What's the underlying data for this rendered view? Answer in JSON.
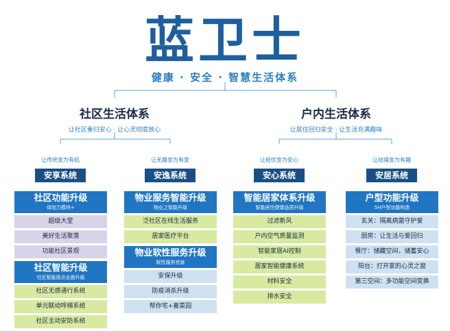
{
  "brand": {
    "name": "蓝卫士",
    "slogan": "健康 · 安全 · 智慧生活体系",
    "color": "#1f5f9e"
  },
  "branches": [
    {
      "title": "社区生活体系",
      "subtitle": "让社区重归安心 · 让心灵彻底放心"
    },
    {
      "title": "户内生活体系",
      "subtitle": "让居住回归安全 · 让生活充满趣味"
    }
  ],
  "systems": [
    {
      "tagline": "让传统变为有机",
      "name": "安享系统",
      "groups": [
        {
          "title": "社区功能升级",
          "subtitle": "体验力模块+",
          "color": "purple",
          "items": [
            "超级大堂",
            "美好生活聚落",
            "功能社区景观"
          ]
        },
        {
          "title": "社区智能升级",
          "subtitle": "社区智能感点全面升级",
          "color": "green",
          "items": [
            "社区无感通行系统",
            "单元联动呼梯系统",
            "社区主动安防系统"
          ]
        }
      ]
    },
    {
      "tagline": "让无趣变为有爱",
      "name": "安逸系统",
      "groups": [
        {
          "title": "物业服务智能升级",
          "subtitle": "物业之智能升级",
          "color": "green",
          "items": [
            "泛社区在线生活服务",
            "居家医疗平台"
          ]
        },
        {
          "title": "物业软性服务升级",
          "subtitle": "软性服务完善",
          "color": "blue",
          "items": [
            "安保升级",
            "防疫消杀升级",
            "帮你宅+嘉菜园"
          ]
        }
      ]
    },
    {
      "tagline": "让担忧变为安心",
      "name": "安心系统",
      "groups": [
        {
          "title": "智能居家体系升级",
          "subtitle": "智能居住健康品质升级",
          "color": "green",
          "items": [
            "过滤新风",
            "户内空气质量监测",
            "智能家居AI控制",
            "居家智能健康系统",
            "材料安全",
            "排水安全"
          ]
        }
      ]
    },
    {
      "tagline": "让枯燥变为有趣",
      "name": "安居系统",
      "groups": [
        {
          "title": "户型功能升级",
          "subtitle": "5H户型功能构造",
          "color": "blue",
          "items": [
            "玄关：隔离病菌守护爱",
            "厨房：让生活与爱回归",
            "餐厅：储藏空间，储蓄安心",
            "阳台：打开家的心灵之窗",
            "第三空间：多功能空间变换"
          ]
        }
      ]
    }
  ]
}
